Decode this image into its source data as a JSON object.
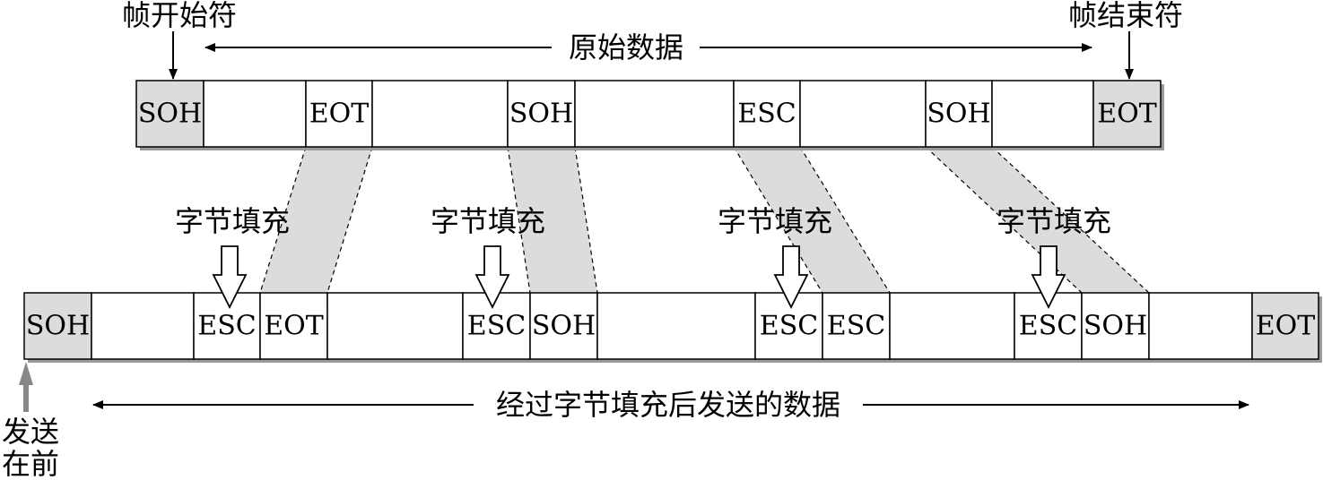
{
  "labels": {
    "frame_start": "帧开始符",
    "frame_end": "帧结束符",
    "original_data": "原始数据",
    "byte_stuffing": "字节填充",
    "sent_data": "经过字节填充后发送的数据",
    "send_first": "发送\n在前"
  },
  "original_frame": [
    "SOH",
    "",
    "EOT",
    "",
    "SOH",
    "",
    "ESC",
    "",
    "SOH",
    "",
    "EOT"
  ],
  "stuffed_frame": [
    "SOH",
    "",
    "ESC",
    "EOT",
    "",
    "ESC",
    "SOH",
    "",
    "ESC",
    "ESC",
    "",
    "ESC",
    "SOH",
    "",
    "EOT"
  ],
  "colors": {
    "control_fill": "#dcdcdc",
    "band_fill": "#dcdcdc",
    "gray_arrow": "#888888",
    "line": "#000000"
  }
}
